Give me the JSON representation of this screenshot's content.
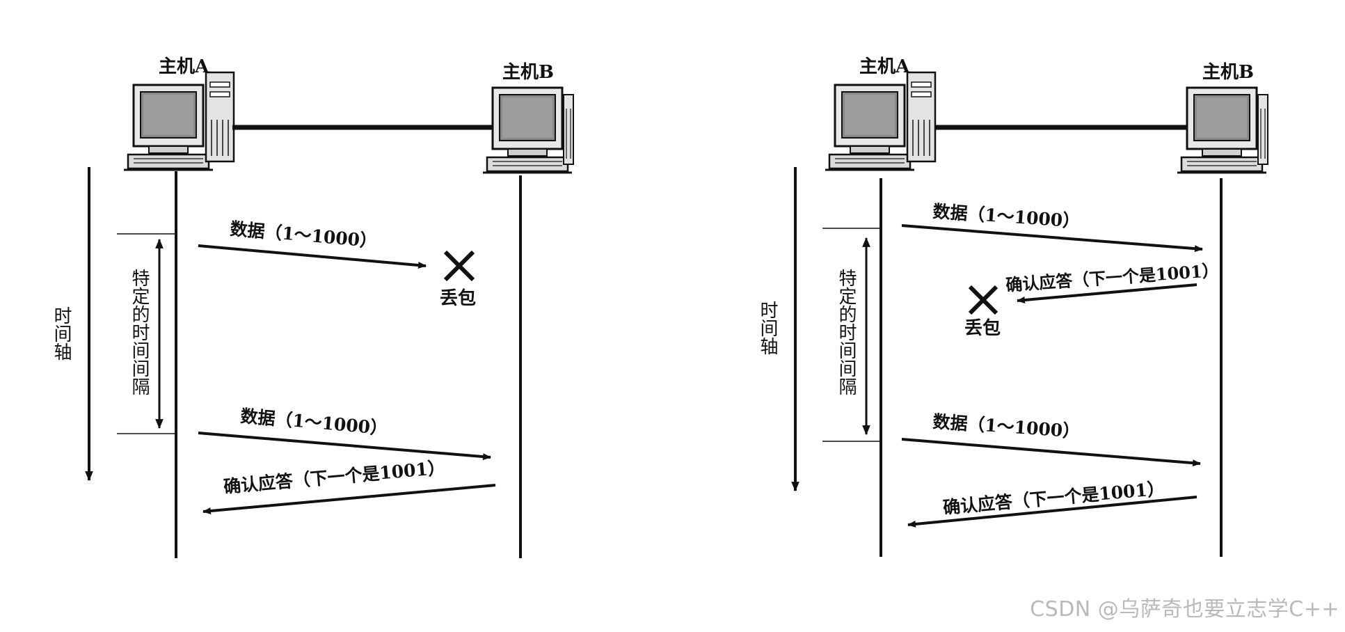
{
  "panel_left": {
    "host_a": "主机A",
    "host_b": "主机B",
    "time_axis": "时间轴",
    "interval": "特定的时间间隔",
    "msg_data_1": "数据（1～1000）",
    "loss": "丢包",
    "msg_data_2": "数据（1～1000）",
    "msg_ack": "确认应答（下一个是1001）"
  },
  "panel_right": {
    "host_a": "主机A",
    "host_b": "主机B",
    "time_axis": "时间轴",
    "interval": "特定的时间间隔",
    "msg_data_1": "数据（1～1000）",
    "msg_ack_1": "确认应答（下一个是1001）",
    "loss": "丢包",
    "msg_data_2": "数据（1～1000）",
    "msg_ack_2": "确认应答（下一个是1001）"
  },
  "watermark": "CSDN @乌萨奇也要立志学C++"
}
